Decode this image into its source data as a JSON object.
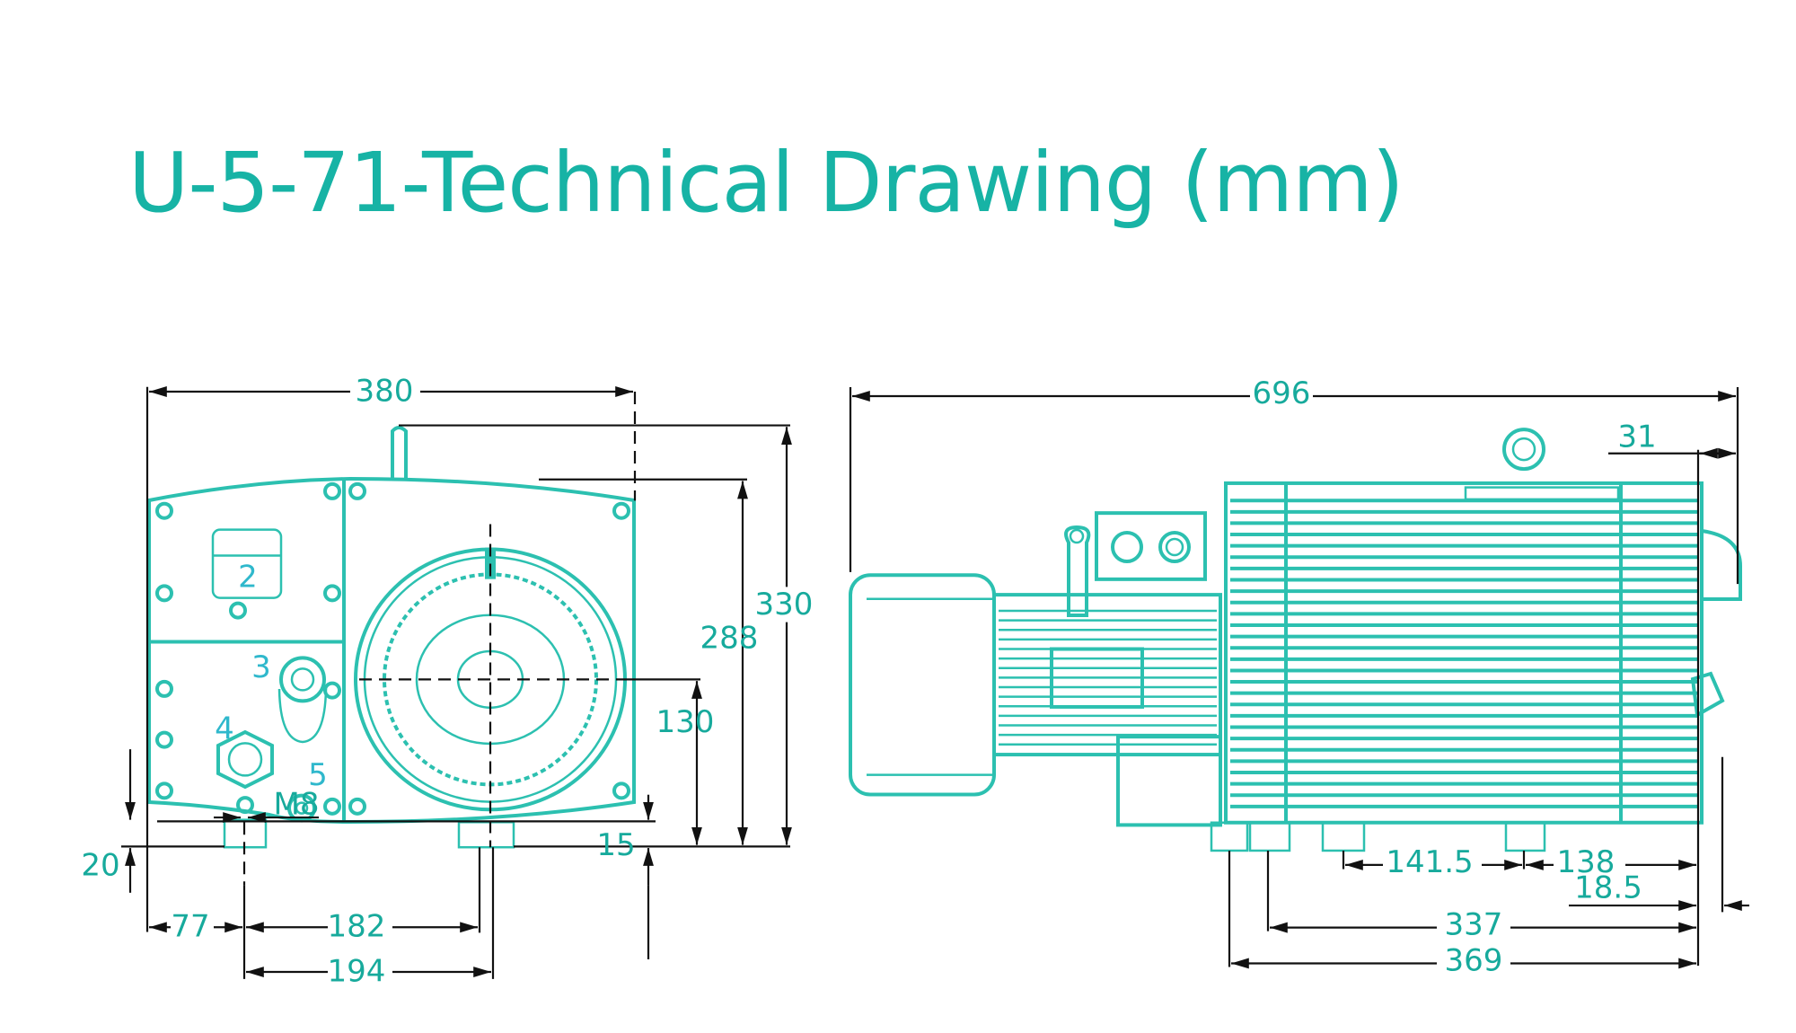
{
  "title": "U-5-71-Technical Drawing (mm)",
  "colors": {
    "accent": "#17b3a5",
    "drawing": "#2cc0b0",
    "dimension_lines": "#111111"
  },
  "front_view": {
    "dimensions": {
      "width": "380",
      "height_total": "330",
      "height_body": "288",
      "shaft_height": "130",
      "foot_height": "15",
      "foot_offset": "20",
      "thread": "M8",
      "foot_edge": "77",
      "foot_spacing_inner": "182",
      "foot_spacing_outer": "194"
    },
    "part_numbers": [
      "2",
      "3",
      "4",
      "5"
    ]
  },
  "side_view": {
    "dimensions": {
      "length_total": "696",
      "hood_overhang": "31",
      "foot_spacing_a": "141.5",
      "foot_spacing_b": "138",
      "end_offset": "18.5",
      "foot_span_inner": "337",
      "foot_span_outer": "369"
    }
  }
}
